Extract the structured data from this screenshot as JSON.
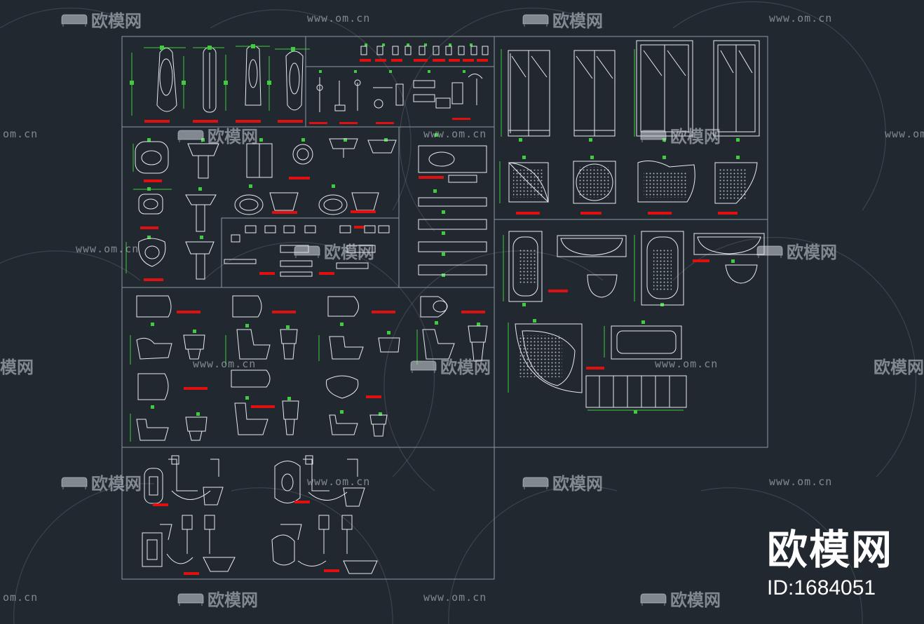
{
  "watermark": {
    "site": "www.om.cn",
    "site_partial": "om.cn",
    "logo": "欧模网",
    "logo_partial": "模网"
  },
  "brand": {
    "name": "欧模网",
    "id": "ID:1684051"
  },
  "colors": {
    "background": "#212830",
    "line": "#e8ecf0",
    "frame": "#9aa3ad",
    "dimension": "#3fcc3f",
    "label_bar": "#e01010"
  },
  "icons": [
    "sofa-icon"
  ]
}
